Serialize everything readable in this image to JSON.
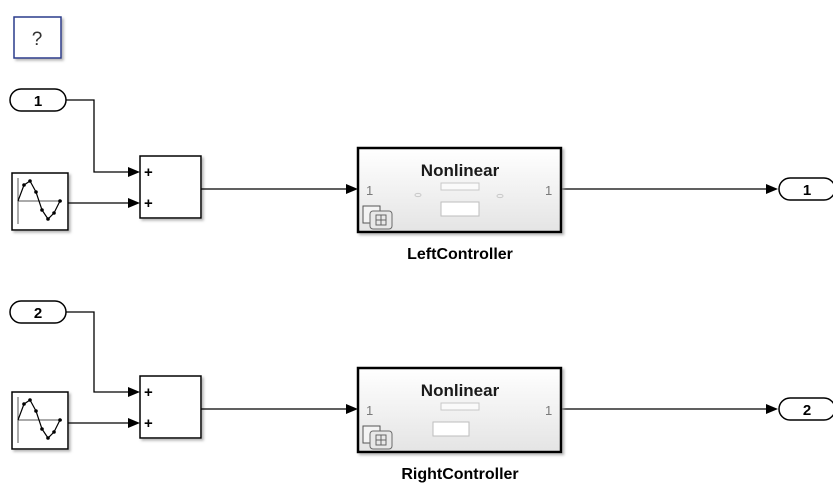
{
  "help_block": {
    "label": "?"
  },
  "inports": [
    {
      "label": "1"
    },
    {
      "label": "2"
    }
  ],
  "sum_blocks": [
    {
      "signs": [
        "+",
        "+"
      ]
    },
    {
      "signs": [
        "+",
        "+"
      ]
    }
  ],
  "controllers": [
    {
      "title": "Nonlinear",
      "name": "LeftController",
      "in_port": "1",
      "out_port": "1"
    },
    {
      "title": "Nonlinear",
      "name": "RightController",
      "in_port": "1",
      "out_port": "1"
    }
  ],
  "outports": [
    {
      "label": "1"
    },
    {
      "label": "2"
    }
  ],
  "colors": {
    "line": "#000000",
    "block_border": "#000000",
    "help_border": "#2a3a8c",
    "subsystem_fill_top": "#ffffff",
    "subsystem_fill_bottom": "#e6e6e6"
  }
}
